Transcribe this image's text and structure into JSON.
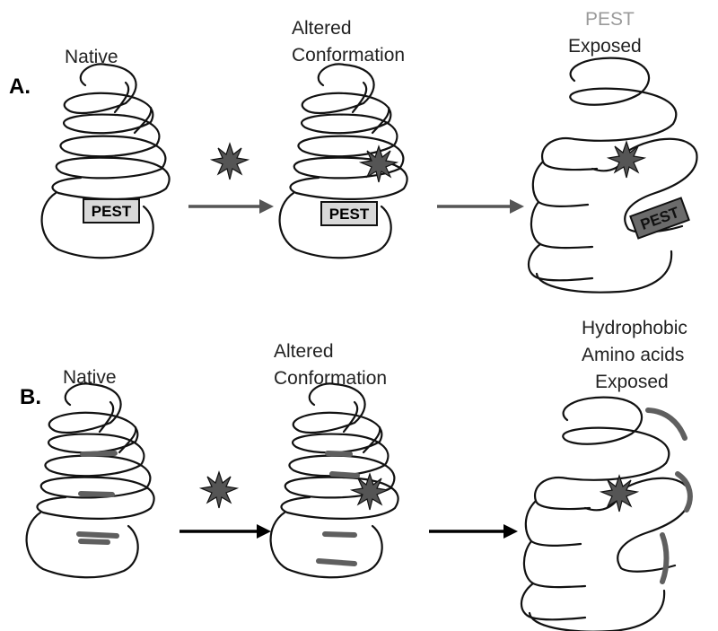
{
  "panels": [
    {
      "letter": "A.",
      "labels": {
        "native": "Native",
        "altered_line1": "Altered",
        "altered_line2": "Conformation",
        "exposed_line1": "PEST",
        "exposed_line2": "Exposed"
      },
      "tag_text": "PEST"
    },
    {
      "letter": "B.",
      "labels": {
        "native": "Native",
        "altered_line1": "Altered",
        "altered_line2": "Conformation",
        "exposed_line1": "Hydrophobic",
        "exposed_line2": "Amino acids",
        "exposed_line3": "Exposed"
      }
    }
  ],
  "colors": {
    "coil": "#111111",
    "pest_tag_light": "#d9d9d9",
    "pest_tag_dark": "#6b6b6b",
    "hydrophobic_segment": "#5f5f5f",
    "damage_burst": "#555555",
    "arrow_panel_a": "#555555",
    "arrow_panel_b": "#000000"
  },
  "icons": [
    "damage-burst-icon",
    "arrow-right-icon"
  ]
}
